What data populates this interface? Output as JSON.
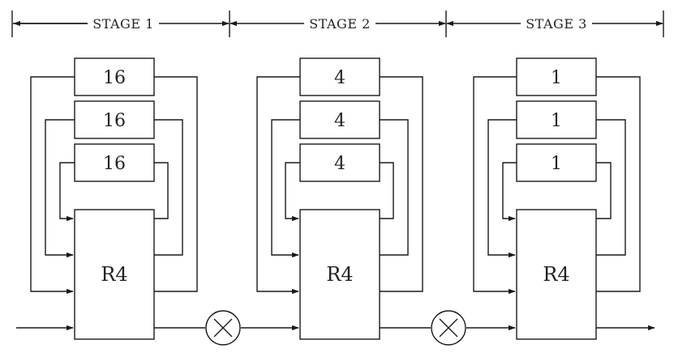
{
  "stages": [
    {
      "label": "STAGE 1",
      "registers": [
        "16",
        "16",
        "16"
      ],
      "butterfly": "R4"
    },
    {
      "label": "STAGE 2",
      "registers": [
        "4",
        "4",
        "4"
      ],
      "butterfly": "R4"
    },
    {
      "label": "STAGE 3",
      "registers": [
        "1",
        "1",
        "1"
      ],
      "butterfly": "R4"
    }
  ],
  "multipliers": [
    "multiply-symbol",
    "multiply-symbol"
  ],
  "colors": {
    "line": "#1a1a1a",
    "background": "#ffffff"
  }
}
